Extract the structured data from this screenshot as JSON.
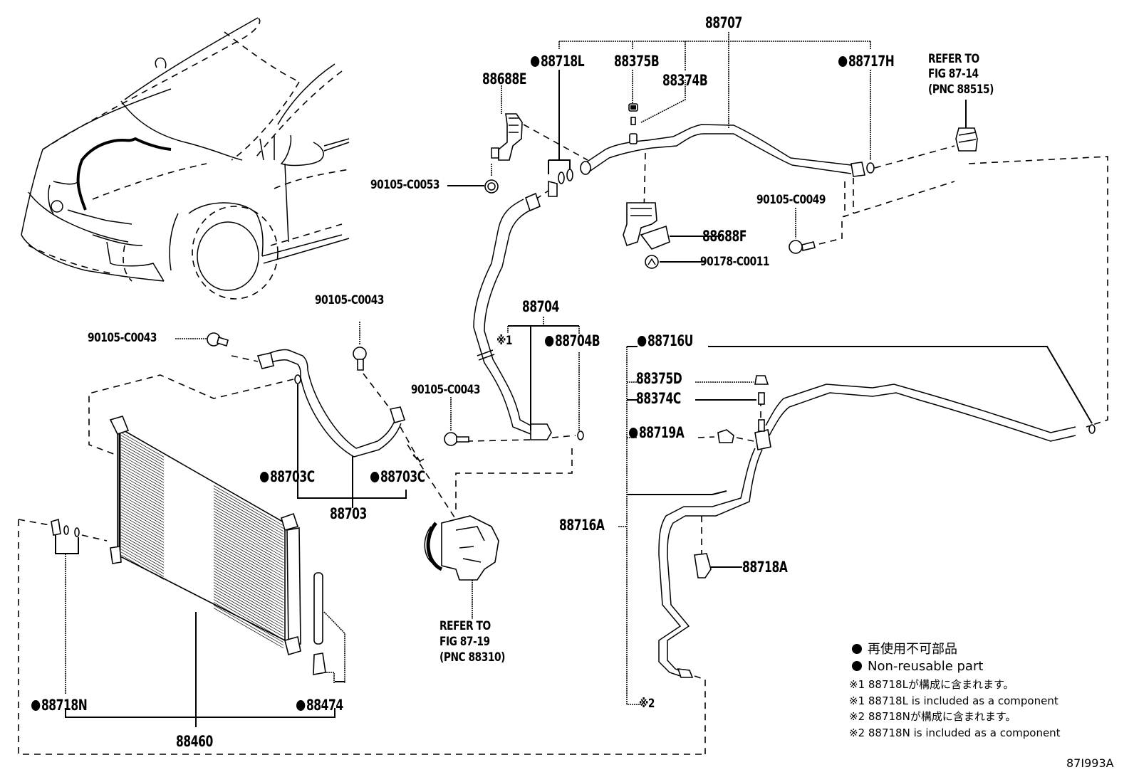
{
  "diagram": {
    "type": "parts-exploded-view",
    "figure_id": "87I993A",
    "labels": {
      "p88707": "88707",
      "p88718L": "88718L",
      "p88375B": "88375B",
      "p88374B": "88374B",
      "p88717H": "88717H",
      "p88688E": "88688E",
      "refer1_l1": "REFER TO",
      "refer1_l2": "FIG 87-14",
      "refer1_l3": "(PNC 88515)",
      "b90105_C0053": "90105-C0053",
      "b90105_C0049": "90105-C0049",
      "p88688F": "88688F",
      "c90178_C0011": "90178-C0011",
      "b90105_C0043_a": "90105-C0043",
      "b90105_C0043_b": "90105-C0043",
      "b90105_C0043_c": "90105-C0043",
      "p88704": "88704",
      "note1_mark": "※1",
      "p88704B": "88704B",
      "p88716U": "88716U",
      "p88375D": "88375D",
      "p88374C": "88374C",
      "p88719A": "88719A",
      "p88703C_a": "88703C",
      "p88703C_b": "88703C",
      "p88703": "88703",
      "p88716A": "88716A",
      "p88718A": "88718A",
      "note2_mark": "※2",
      "refer2_l1": "REFER TO",
      "refer2_l2": "FIG 87-19",
      "refer2_l3": "(PNC 88310)",
      "p88718N": "88718N",
      "p88474": "88474",
      "p88460": "88460"
    },
    "non_reusable_parts": [
      "88718L",
      "88717H",
      "88704B",
      "88716U",
      "88719A",
      "88703C",
      "88718N",
      "88474"
    ],
    "legend": {
      "non_reusable_jp": "再使用不可部品",
      "non_reusable_en": "Non-reusable part",
      "note1_jp": "※1 88718Lが構成に含まれます。",
      "note1_en": "※1 88718L is included as a component",
      "note2_jp": "※2 88718Nが構成に含まれます。",
      "note2_en": "※2 88718N is included as a component"
    }
  }
}
